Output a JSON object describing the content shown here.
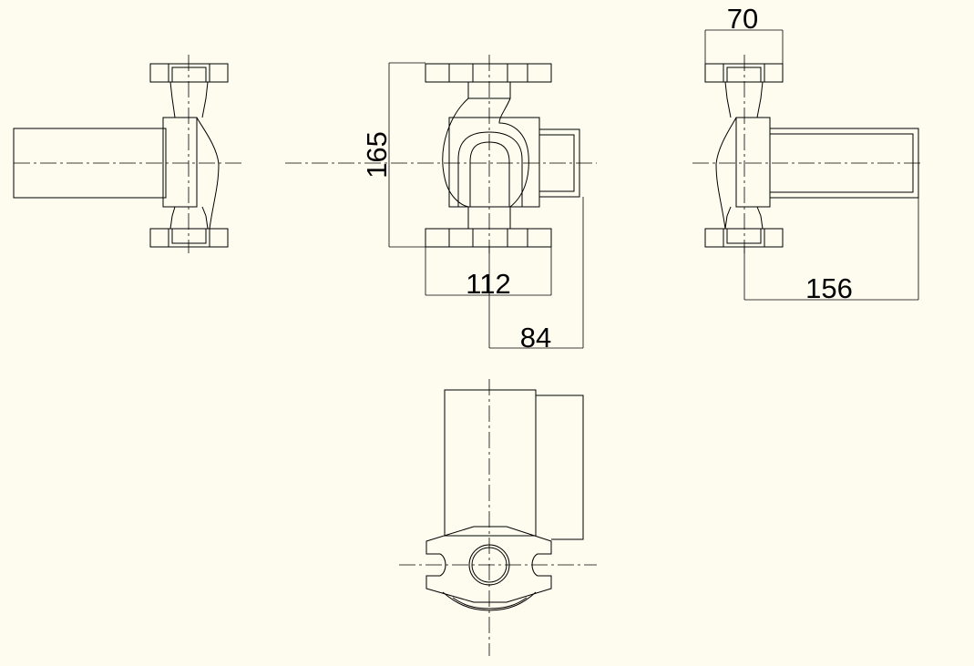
{
  "drawing": {
    "background": "#fdfcef",
    "line_color": "#000000",
    "views": [
      "left-side-view",
      "front-view",
      "right-side-view",
      "top-view"
    ],
    "dimensions": {
      "height": "165",
      "flange_width": "112",
      "motor_offset": "84",
      "flange_depth": "70",
      "motor_depth": "156"
    }
  }
}
